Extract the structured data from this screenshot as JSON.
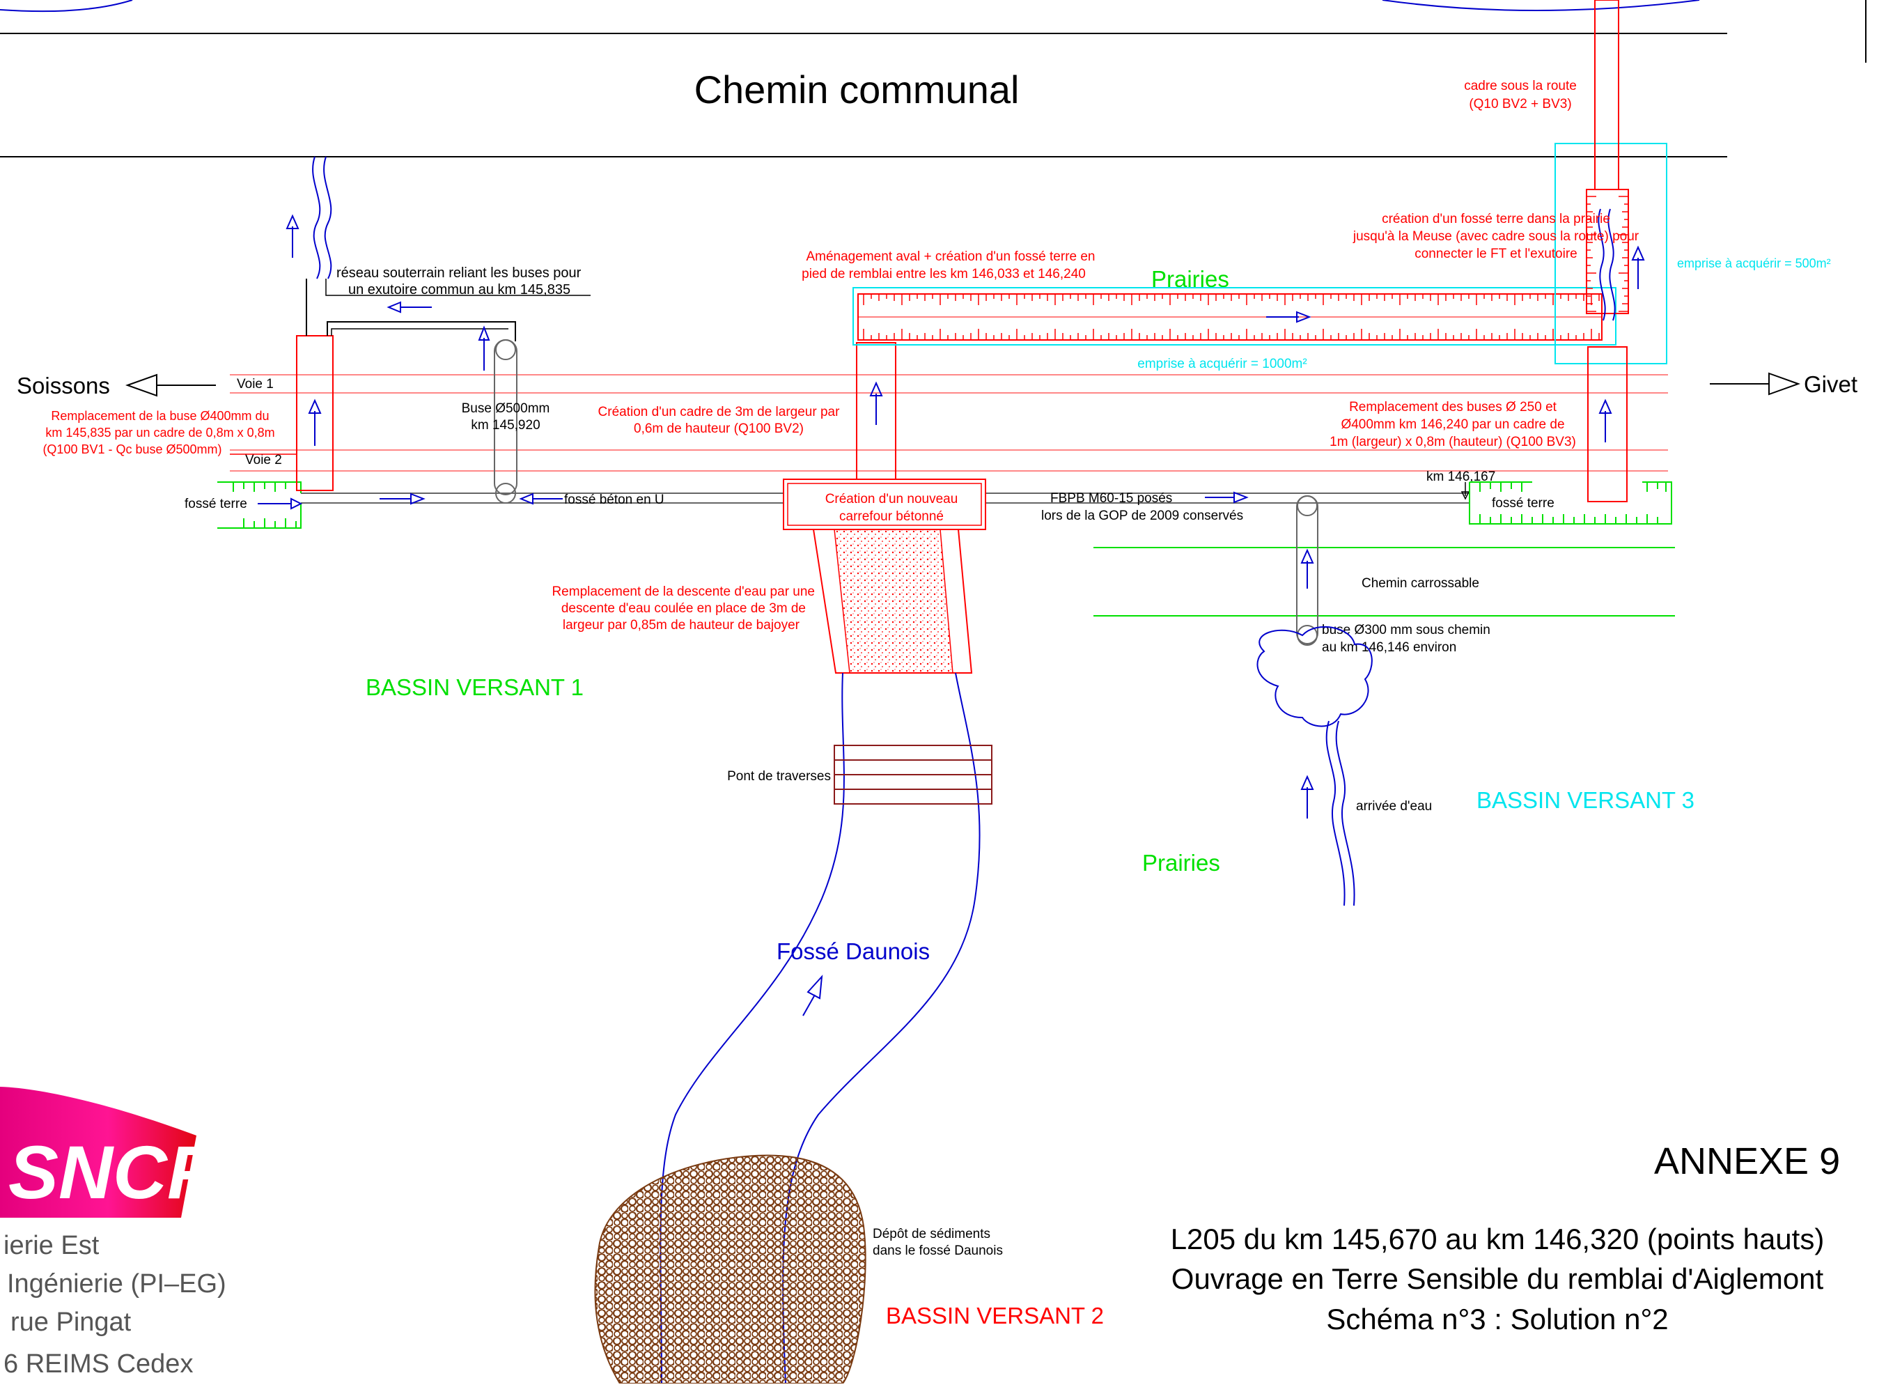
{
  "colors": {
    "red": "#ff0000",
    "green": "#00e000",
    "cyan": "#00e5ee",
    "blue": "#0000cc",
    "brown": "#7a3b12",
    "grey": "#888888",
    "logo_magenta": "#e4007d",
    "logo_red": "#e30613"
  },
  "road": {
    "title": "Chemin communal"
  },
  "directions": {
    "left": "Soissons",
    "right": "Givet"
  },
  "tracks": {
    "voie1": "Voie 1",
    "voie2": "Voie 2"
  },
  "basins": {
    "bv1": "BASSIN VERSANT 1",
    "bv2": "BASSIN VERSANT 2",
    "bv3": "BASSIN VERSANT 3"
  },
  "prairies": [
    "Prairies",
    "Prairies"
  ],
  "emprise": {
    "e1000": "emprise à acquérir = 1000m²",
    "e500": "emprise à acquérir = 500m²"
  },
  "labels": {
    "reseau": [
      "réseau souterrain reliant les buses pour",
      "un exutoire commun au km 145,835"
    ],
    "remplacement_buse": [
      "Remplacement de la buse Ø400mm  du",
      "km 145,835 par un cadre de 0,8m x 0,8m",
      "(Q100 BV1 - Qc buse Ø500mm)"
    ],
    "fosse_terre_left": "fossé terre",
    "buse500": [
      "Buse Ø500mm",
      "km 145,920"
    ],
    "fosse_beton": "fossé béton en U",
    "creation_cadre": [
      "Création d'un cadre de 3m de largeur par",
      "0,6m de hauteur (Q100 BV2)"
    ],
    "amenagement": [
      "Aménagement aval + création d'un fossé terre en",
      "pied de remblai entre les km 146,033 et 146,240"
    ],
    "carrefour": [
      "Création d'un nouveau",
      "carrefour bétonné"
    ],
    "fbpb": [
      "FBPB M60-15 posés",
      "lors de la GOP de 2009 conservés"
    ],
    "descente": [
      "Remplacement de la descente d'eau par une",
      "descente d'eau coulée en place de 3m de",
      "largeur par 0,85m de hauteur de bajoyer"
    ],
    "cadre_route": [
      "cadre sous la route",
      "(Q10 BV2 + BV3)"
    ],
    "creation_fosse": [
      "création d'un fossé terre dans la prairie",
      "jusqu'à la Meuse (avec cadre sous la route) pour",
      "connecter le FT et l'exutoire"
    ],
    "remplacement_buses": [
      "Remplacement des buses Ø 250 et",
      "Ø400mm km 146,240 par un cadre de",
      "1m (largeur) x 0,8m (hauteur) (Q100 BV3)"
    ],
    "km146167": "km 146,167",
    "fosse_terre_right": "fossé terre",
    "chemin_carrossable": "Chemin carrossable",
    "buse300": [
      "buse Ø300 mm sous chemin",
      "au km 146,146 environ"
    ],
    "arrivee": "arrivée d'eau",
    "pont": "Pont de traverses",
    "fosse_daunois": "Fossé Daunois",
    "depot": [
      "Dépôt de sédiments",
      "dans le fossé Daunois"
    ]
  },
  "title_block": {
    "annexe": "ANNEXE 9",
    "lines": [
      "L205 du km 145,670 au km 146,320 (points hauts)",
      "Ouvrage en Terre Sensible du remblai d'Aiglemont",
      "Schéma n°3 : Solution n°2"
    ]
  },
  "logo": {
    "brand": "SNCF",
    "lines": [
      "ierie Est",
      "Ingénierie (PI–EG)",
      "rue Pingat",
      "6 REIMS Cedex"
    ]
  },
  "icons": [
    "arrow-left-icon",
    "arrow-right-icon",
    "flow-arrow-icon",
    "water-wave-icon"
  ]
}
